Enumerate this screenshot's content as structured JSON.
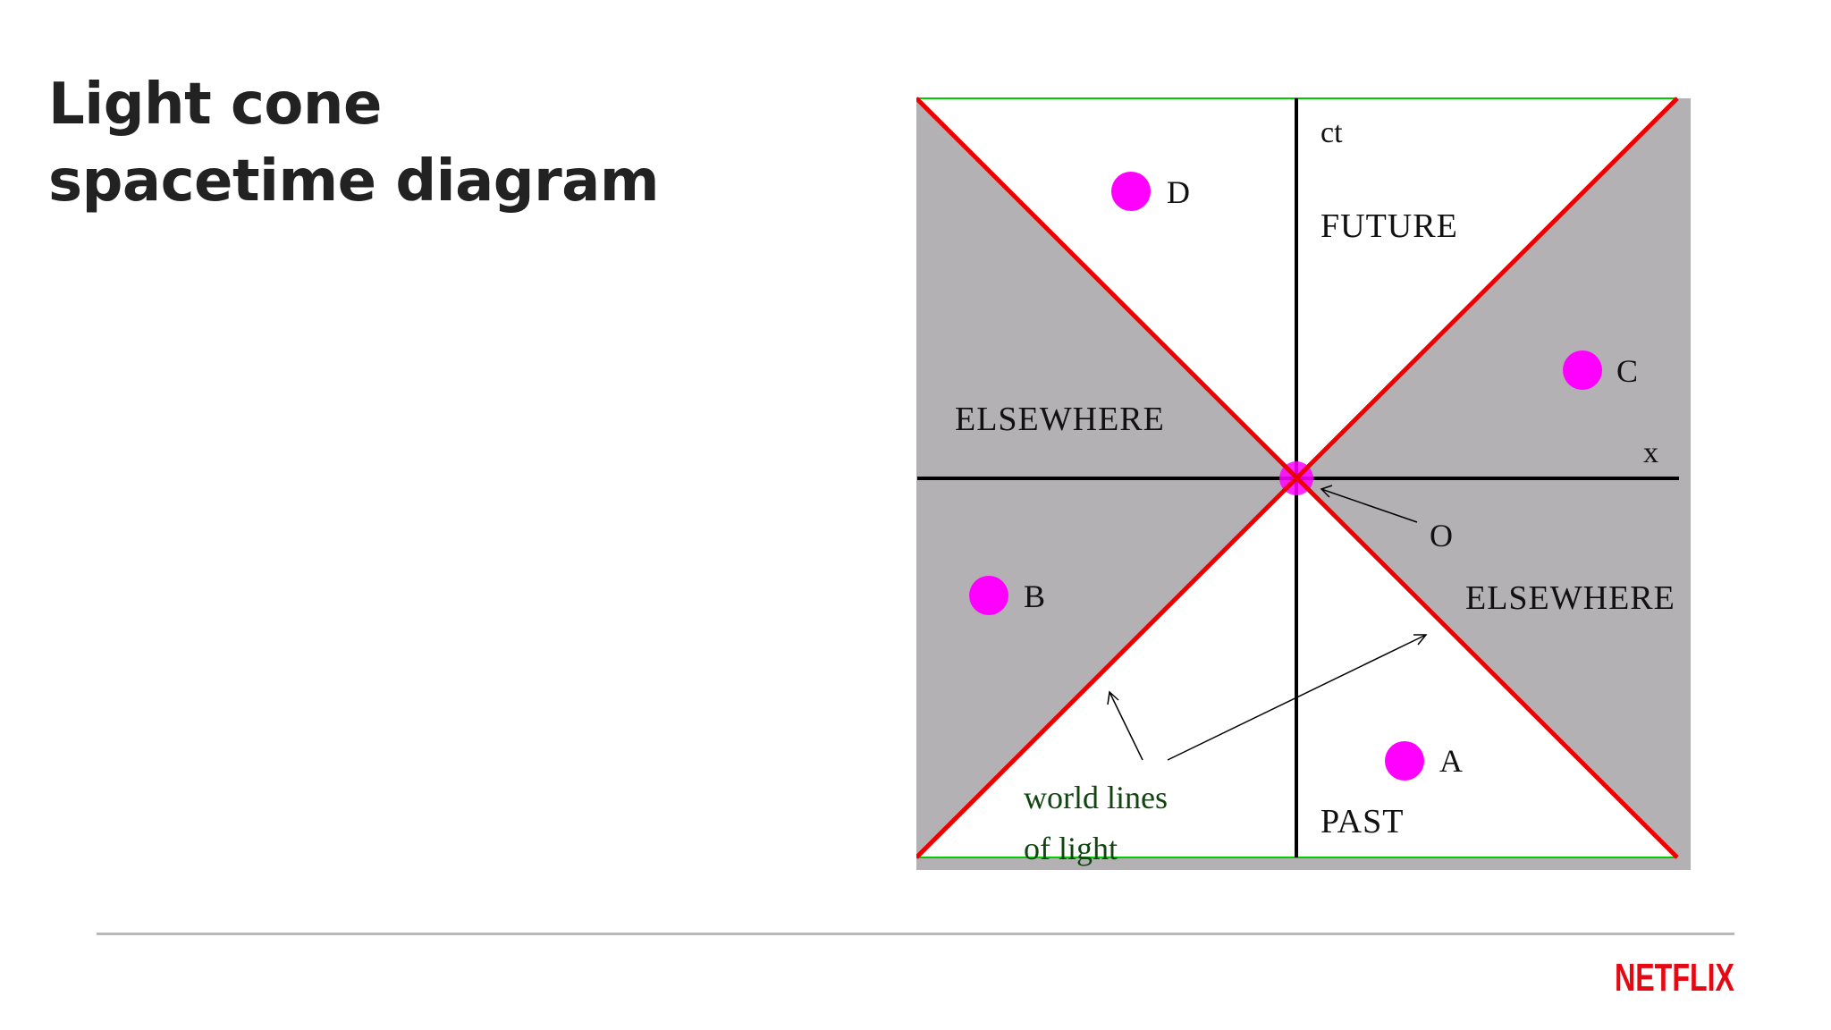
{
  "slide": {
    "title_line1": "Light cone",
    "title_line2": "spacetime diagram"
  },
  "diagram": {
    "axis_time_label": "ct",
    "axis_space_label": "x",
    "region_future": "FUTURE",
    "region_past": "PAST",
    "region_elsewhere_left": "ELSEWHERE",
    "region_elsewhere_right": "ELSEWHERE",
    "origin_label": "O",
    "light_lines_label_line1": "world lines",
    "light_lines_label_line2": "of light",
    "events": [
      "A",
      "B",
      "C",
      "D"
    ],
    "colors": {
      "elsewhere": "#b3b1b3",
      "light_lines": "#ee0000",
      "events": "#ff00ff",
      "axes": "#000000",
      "border": "#00cc00",
      "annotation": "#114411"
    }
  },
  "brand": {
    "logo_text": "NETFLIX",
    "logo_color": "#e50914"
  }
}
